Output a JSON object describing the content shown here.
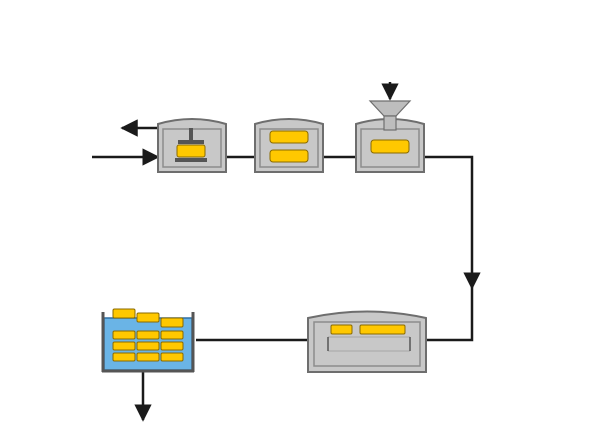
{
  "diagram": {
    "colors": {
      "line": "#1a1a1a",
      "housing_fill": "#c8c8c8",
      "housing_stroke": "#6e6e6e",
      "block_fill": "#ffc800",
      "block_stroke": "#8a6a00",
      "tank_fill": "#6ab4e6",
      "tank_stroke": "#2e6fa3",
      "hopper_fill": "#bdbdbd"
    },
    "units": [
      {
        "id": "press",
        "icon": "press-icon"
      },
      {
        "id": "mold",
        "icon": "double-block-icon"
      },
      {
        "id": "hopper-unit",
        "icon": "hopper-icon"
      },
      {
        "id": "conveyor-oven",
        "icon": "conveyor-icon"
      },
      {
        "id": "brine-tank",
        "icon": "tank-icon"
      }
    ]
  }
}
